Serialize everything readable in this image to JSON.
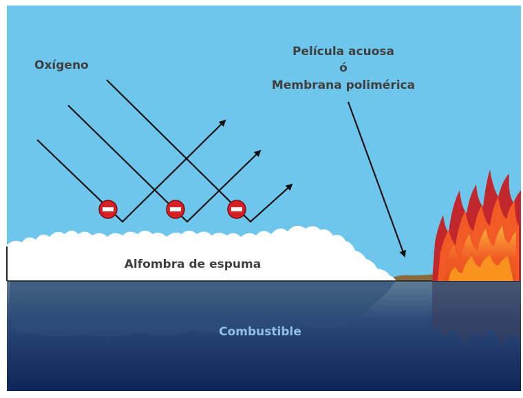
{
  "labels": {
    "oxygen": "Oxígeno",
    "film_line1": "Película acuosa",
    "film_line2": "ó",
    "film_line3": "Membrana polimérica",
    "foam": "Alfombra de espuma",
    "fuel": "Combustible"
  },
  "colors": {
    "sky": "#6EC6EC",
    "fuel_top": "#5E7E96",
    "fuel_bottom": "#0F2458",
    "foam": "#FFFFFF",
    "film": "#8A6A3E",
    "arrow": "#111111",
    "no_entry": "#D81F26",
    "text_dark": "#3F3F3F",
    "text_fuel": "#8EC0E6",
    "flame_outer": "#C1272D",
    "flame_mid": "#F15A24",
    "flame_inner": "#FBB03B"
  },
  "icons": {
    "blocked": "no-entry-icon"
  }
}
